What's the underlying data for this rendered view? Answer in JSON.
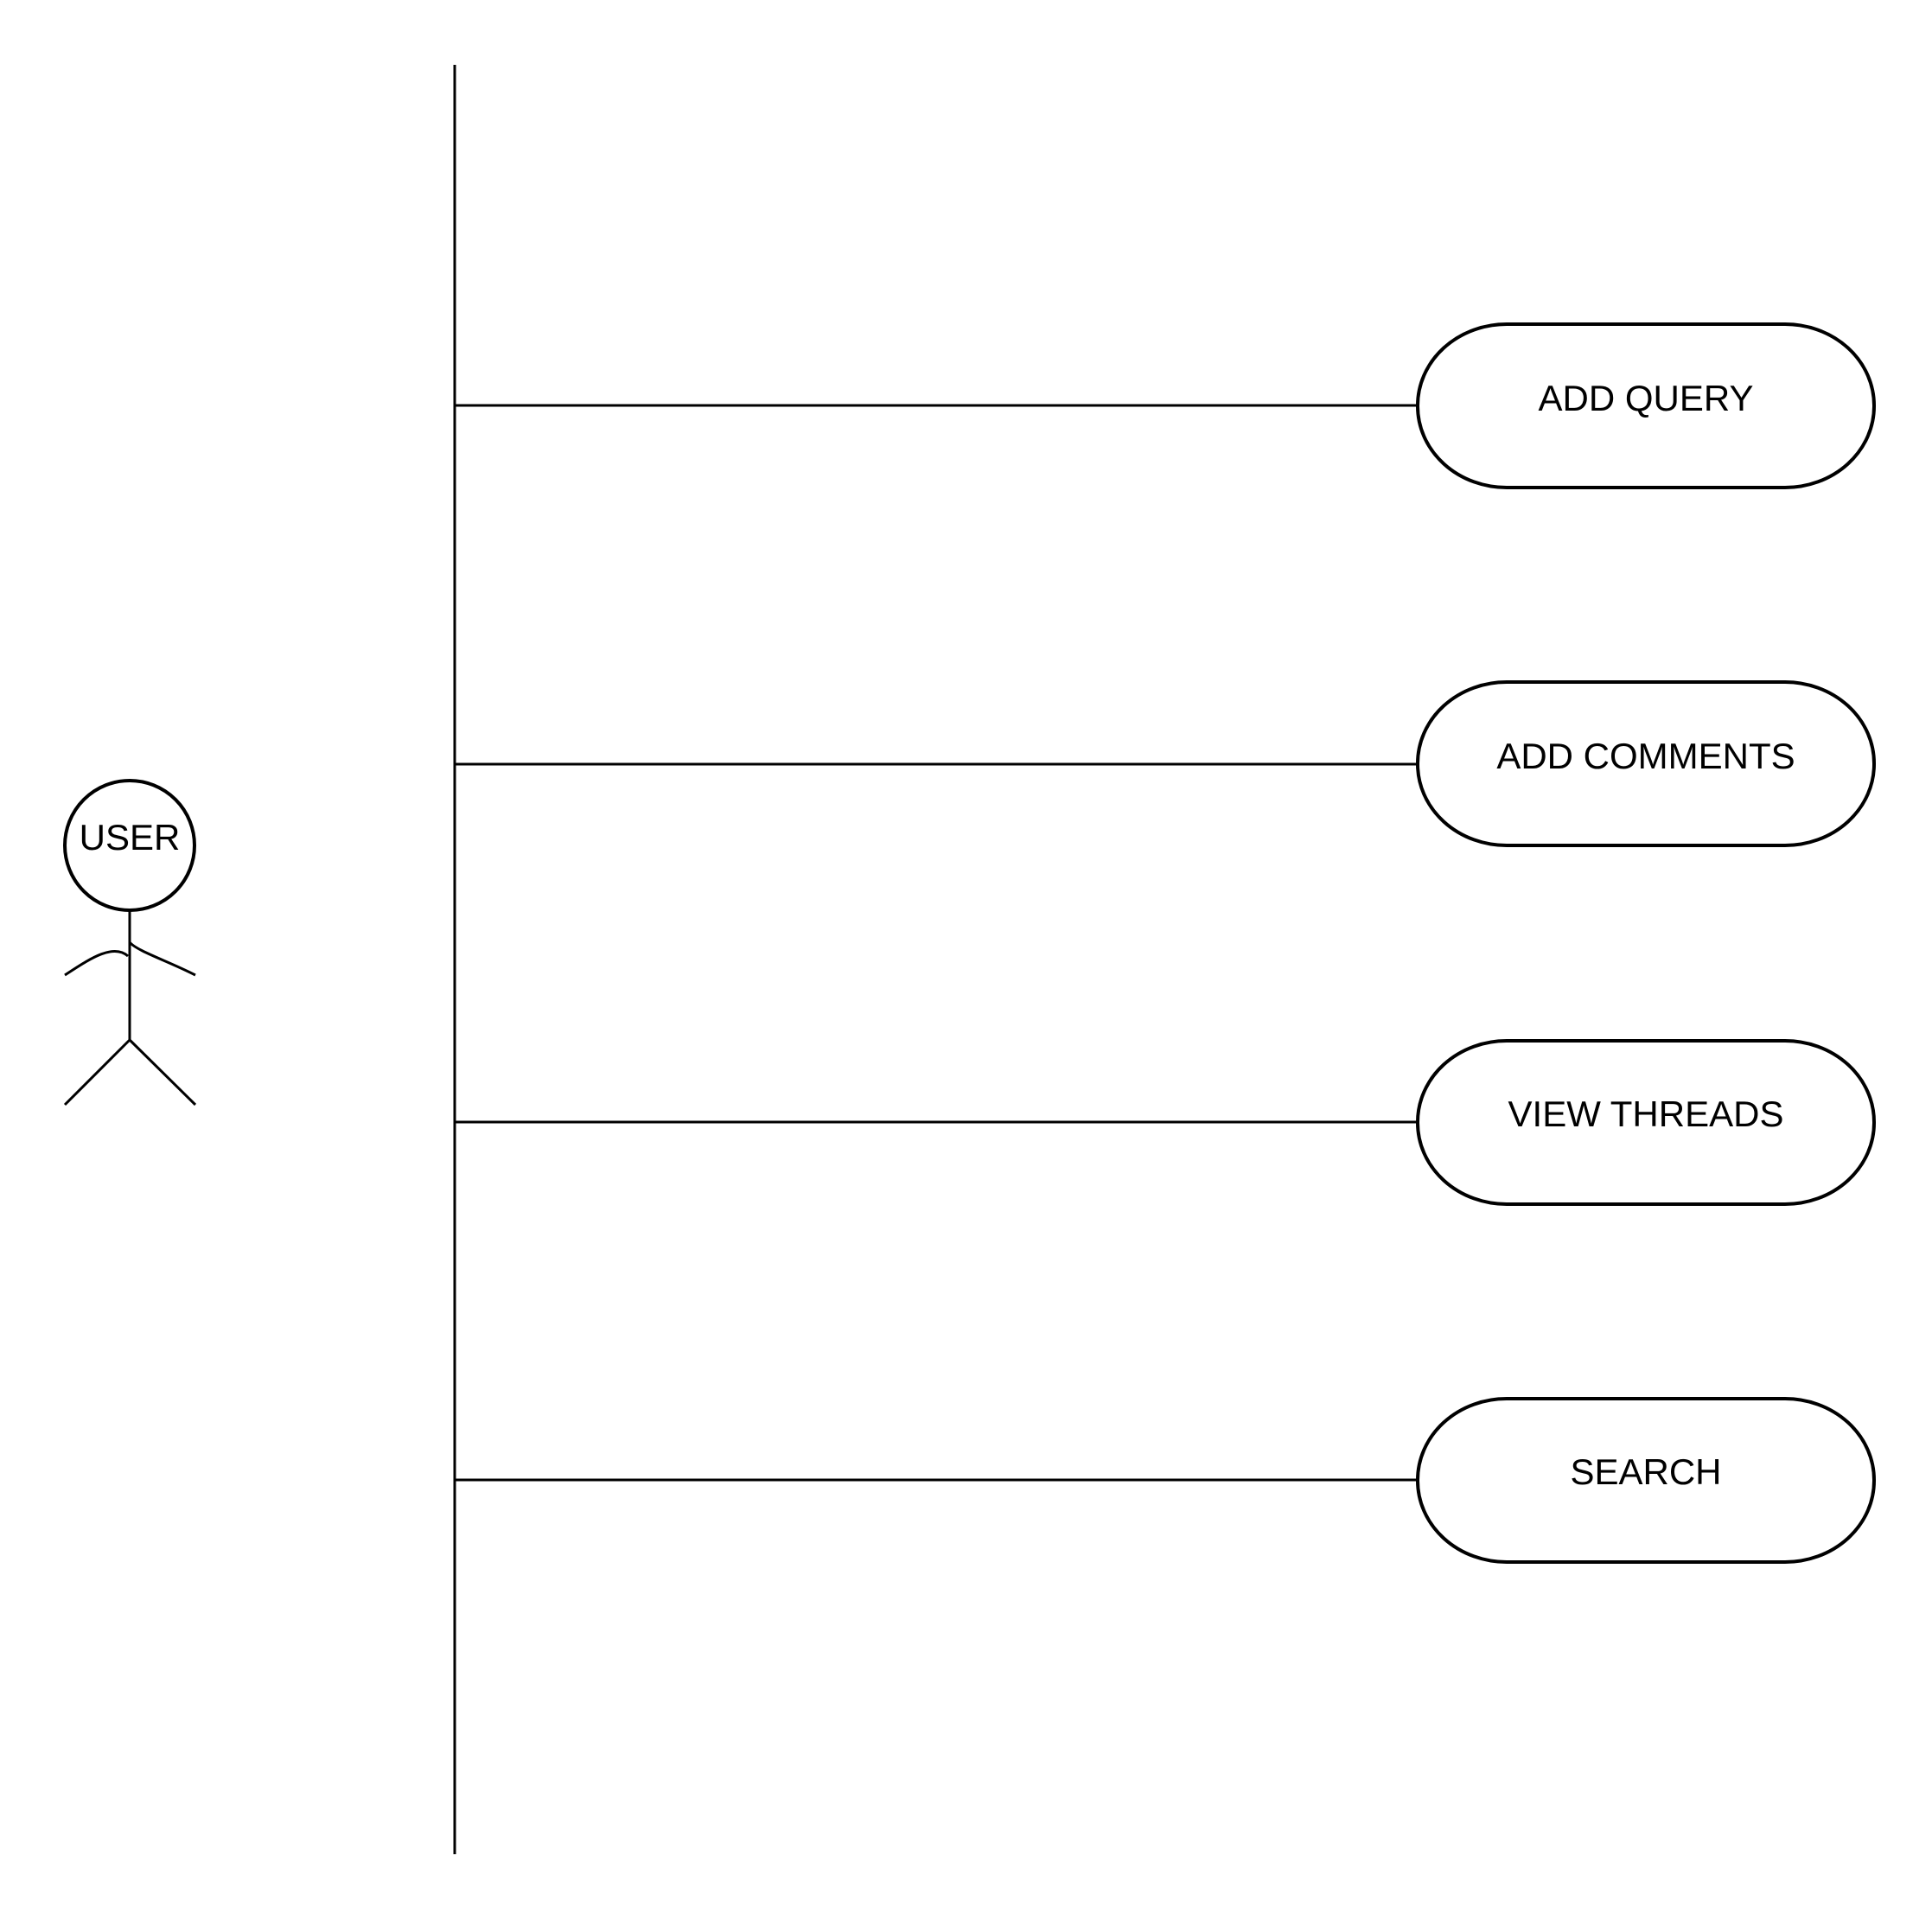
{
  "colors": {
    "background": "#ffffff",
    "stroke": "#000000",
    "text": "#000000"
  },
  "actor": {
    "label": "USER",
    "icon": "stick-figure-icon"
  },
  "use_cases": [
    {
      "label": "ADD QUERY"
    },
    {
      "label": "ADD COMMENTS"
    },
    {
      "label": "VIEW THREADS"
    },
    {
      "label": "SEARCH"
    }
  ]
}
